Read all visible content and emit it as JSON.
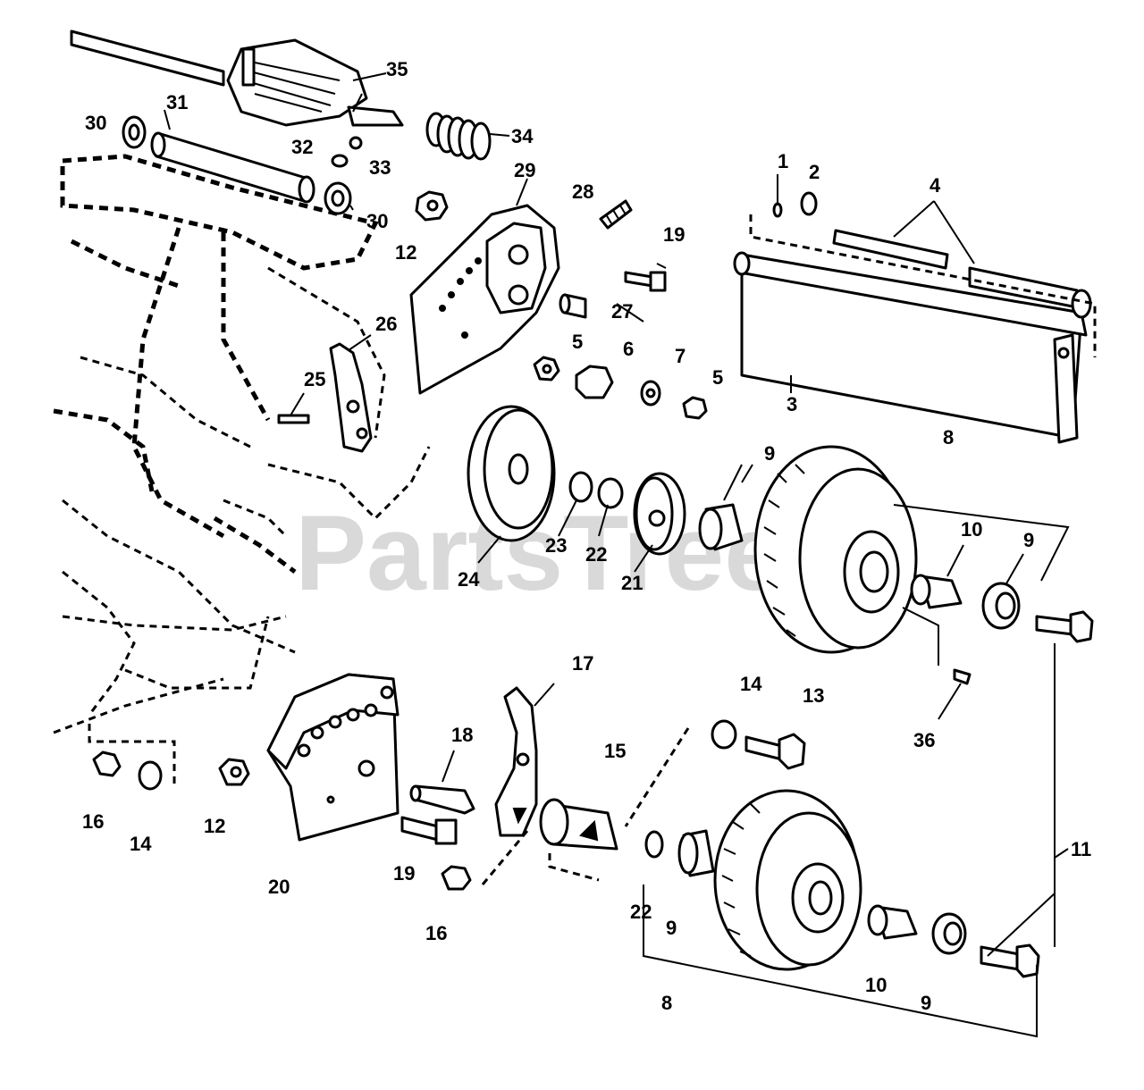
{
  "watermark": "PartsTree",
  "callouts": [
    {
      "id": "c1",
      "text": "1"
    },
    {
      "id": "c2",
      "text": "2"
    },
    {
      "id": "c3",
      "text": "3"
    },
    {
      "id": "c4",
      "text": "4"
    },
    {
      "id": "c5a",
      "text": "5"
    },
    {
      "id": "c5b",
      "text": "5"
    },
    {
      "id": "c6",
      "text": "6"
    },
    {
      "id": "c7",
      "text": "7"
    },
    {
      "id": "c8a",
      "text": "8"
    },
    {
      "id": "c8b",
      "text": "8"
    },
    {
      "id": "c9a",
      "text": "9"
    },
    {
      "id": "c9b",
      "text": "9"
    },
    {
      "id": "c9c",
      "text": "9"
    },
    {
      "id": "c9d",
      "text": "9"
    },
    {
      "id": "c10a",
      "text": "10"
    },
    {
      "id": "c10b",
      "text": "10"
    },
    {
      "id": "c11",
      "text": "11"
    },
    {
      "id": "c12a",
      "text": "12"
    },
    {
      "id": "c12b",
      "text": "12"
    },
    {
      "id": "c13",
      "text": "13"
    },
    {
      "id": "c14a",
      "text": "14"
    },
    {
      "id": "c14b",
      "text": "14"
    },
    {
      "id": "c15",
      "text": "15"
    },
    {
      "id": "c16a",
      "text": "16"
    },
    {
      "id": "c16b",
      "text": "16"
    },
    {
      "id": "c17",
      "text": "17"
    },
    {
      "id": "c18",
      "text": "18"
    },
    {
      "id": "c19a",
      "text": "19"
    },
    {
      "id": "c19b",
      "text": "19"
    },
    {
      "id": "c20",
      "text": "20"
    },
    {
      "id": "c21",
      "text": "21"
    },
    {
      "id": "c22a",
      "text": "22"
    },
    {
      "id": "c22b",
      "text": "22"
    },
    {
      "id": "c23",
      "text": "23"
    },
    {
      "id": "c24",
      "text": "24"
    },
    {
      "id": "c25",
      "text": "25"
    },
    {
      "id": "c26",
      "text": "26"
    },
    {
      "id": "c27",
      "text": "27"
    },
    {
      "id": "c28",
      "text": "28"
    },
    {
      "id": "c29",
      "text": "29"
    },
    {
      "id": "c30a",
      "text": "30"
    },
    {
      "id": "c30b",
      "text": "30"
    },
    {
      "id": "c31",
      "text": "31"
    },
    {
      "id": "c32",
      "text": "32"
    },
    {
      "id": "c33",
      "text": "33"
    },
    {
      "id": "c34",
      "text": "34"
    },
    {
      "id": "c35",
      "text": "35"
    },
    {
      "id": "c36",
      "text": "36"
    }
  ]
}
